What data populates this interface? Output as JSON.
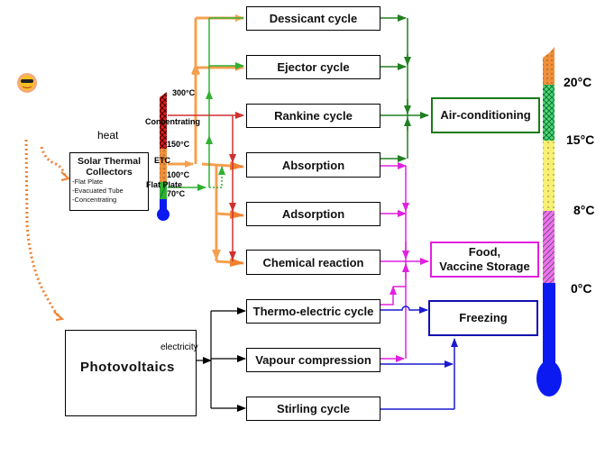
{
  "sources": {
    "heat_label": "heat",
    "electricity_label": "electricity",
    "solar_thermal": {
      "title": "Solar Thermal Collectors",
      "types": [
        "-Flat Plate",
        "-Evacuated Tube",
        "-Concentrating"
      ]
    },
    "photovoltaics": "Photovoltaics"
  },
  "collector_thermometer": {
    "levels": [
      {
        "label": "Concentrating",
        "color": "#d42020"
      },
      {
        "label": "ETC",
        "color": "#f0903a"
      },
      {
        "label": "Flat Plate",
        "color": "#2fb040"
      }
    ],
    "temps": [
      "300°C",
      "150°C",
      "100°C",
      "70°C"
    ]
  },
  "cycles": [
    {
      "id": "dessicant",
      "label": "Dessicant cycle"
    },
    {
      "id": "ejector",
      "label": "Ejector cycle"
    },
    {
      "id": "rankine",
      "label": "Rankine cycle"
    },
    {
      "id": "absorption",
      "label": "Absorption"
    },
    {
      "id": "adsorption",
      "label": "Adsorption"
    },
    {
      "id": "chemical",
      "label": "Chemical reaction"
    },
    {
      "id": "thermoelectric",
      "label": "Thermo-electric cycle"
    },
    {
      "id": "vapour",
      "label": "Vapour compression"
    },
    {
      "id": "stirling",
      "label": "Stirling cycle"
    }
  ],
  "applications": [
    {
      "id": "air",
      "label": "Air-conditioning",
      "color": "#1a7a1a"
    },
    {
      "id": "food",
      "label": "Food,\nVaccine Storage",
      "line1": "Food,",
      "line2": "Vaccine Storage",
      "color": "#e020e0"
    },
    {
      "id": "freezing",
      "label": "Freezing",
      "color": "#1010b0"
    }
  ],
  "application_thermometer": {
    "temps": [
      "20°C",
      "15°C",
      "8°C",
      "0°C"
    ],
    "colors": {
      "warm": "#f0903a",
      "ac": "#40d060",
      "cool": "#f8f070",
      "food": "#f070f0",
      "freeze": "#0a1af0"
    }
  },
  "colors": {
    "heat_orange": "#f5a050",
    "heat_green": "#30b030",
    "rankine_red": "#d03030",
    "ac_green": "#208020",
    "food_magenta": "#e020e0",
    "freeze_blue": "#1a1ad0"
  }
}
